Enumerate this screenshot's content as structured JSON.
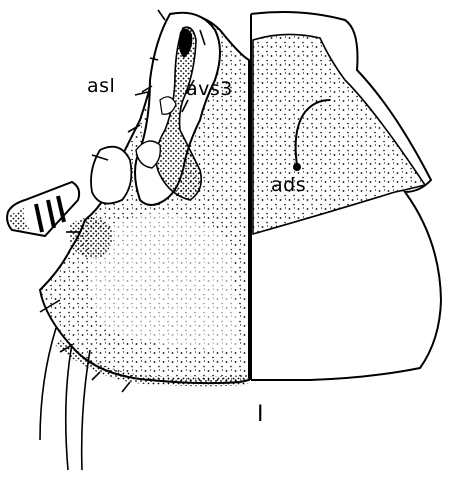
{
  "figure": {
    "figure_number": "I",
    "labels": {
      "asl": "asl",
      "avs3": "avs3",
      "ads": "ads"
    }
  },
  "colors": {
    "ink": "#000000",
    "paper": "#ffffff"
  }
}
